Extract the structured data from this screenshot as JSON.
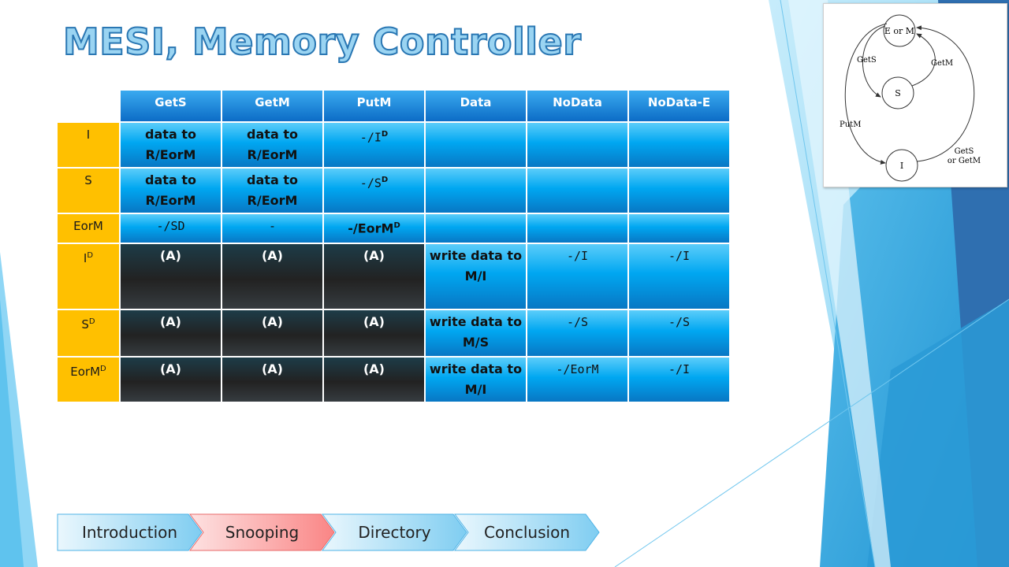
{
  "title": "MESI, Memory Controller",
  "table": {
    "columns": [
      "GetS",
      "GetM",
      "PutM",
      "Data",
      "NoData",
      "NoData-E"
    ],
    "rows": [
      {
        "label": "I",
        "label_sup": "",
        "style": "blue",
        "cells": [
          {
            "text": "data to R/EorM",
            "sup": "",
            "mono": false
          },
          {
            "text": "data to R/EorM",
            "sup": "",
            "mono": false
          },
          {
            "text": "-/I",
            "sup": "D",
            "mono": true
          },
          {
            "text": "",
            "sup": "",
            "mono": false
          },
          {
            "text": "",
            "sup": "",
            "mono": false
          },
          {
            "text": "",
            "sup": "",
            "mono": false
          }
        ]
      },
      {
        "label": "S",
        "label_sup": "",
        "style": "blue",
        "cells": [
          {
            "text": "data to R/EorM",
            "sup": "",
            "mono": false
          },
          {
            "text": "data to R/EorM",
            "sup": "",
            "mono": false
          },
          {
            "text": "-/S",
            "sup": "D",
            "mono": true
          },
          {
            "text": "",
            "sup": "",
            "mono": false
          },
          {
            "text": "",
            "sup": "",
            "mono": false
          },
          {
            "text": "",
            "sup": "",
            "mono": false
          }
        ]
      },
      {
        "label": "EorM",
        "label_sup": "",
        "style": "blue",
        "cells": [
          {
            "text": "-/SD",
            "sup": "",
            "mono": true
          },
          {
            "text": "-",
            "sup": "",
            "mono": true
          },
          {
            "text": "-/EorM",
            "sup": "D",
            "mono": false
          },
          {
            "text": "",
            "sup": "",
            "mono": false
          },
          {
            "text": "",
            "sup": "",
            "mono": false
          },
          {
            "text": "",
            "sup": "",
            "mono": false
          }
        ]
      },
      {
        "label": "I",
        "label_sup": "D",
        "style": "dark",
        "cells": [
          {
            "text": "(A)",
            "sup": "",
            "mono": false
          },
          {
            "text": "(A)",
            "sup": "",
            "mono": false
          },
          {
            "text": "(A)",
            "sup": "",
            "mono": false
          },
          {
            "text": "write data to M/I",
            "sup": "",
            "mono": false
          },
          {
            "text": "-/I",
            "sup": "",
            "mono": true
          },
          {
            "text": "-/I",
            "sup": "",
            "mono": true
          }
        ]
      },
      {
        "label": "S",
        "label_sup": "D",
        "style": "dark",
        "cells": [
          {
            "text": "(A)",
            "sup": "",
            "mono": false
          },
          {
            "text": "(A)",
            "sup": "",
            "mono": false
          },
          {
            "text": "(A)",
            "sup": "",
            "mono": false
          },
          {
            "text": "write data to M/S",
            "sup": "",
            "mono": false
          },
          {
            "text": "-/S",
            "sup": "",
            "mono": true
          },
          {
            "text": "-/S",
            "sup": "",
            "mono": true
          }
        ]
      },
      {
        "label": "EorM",
        "label_sup": "D",
        "style": "dark",
        "cells": [
          {
            "text": "(A)",
            "sup": "",
            "mono": false
          },
          {
            "text": "(A)",
            "sup": "",
            "mono": false
          },
          {
            "text": "(A)",
            "sup": "",
            "mono": false
          },
          {
            "text": "write data to M/I",
            "sup": "",
            "mono": false
          },
          {
            "text": "-/EorM",
            "sup": "",
            "mono": true
          },
          {
            "text": "-/I",
            "sup": "",
            "mono": true
          }
        ]
      }
    ]
  },
  "diagram": {
    "states": [
      "E or M",
      "S",
      "I"
    ],
    "edges": [
      "GetS",
      "GetM",
      "PutM",
      "GetS\nor GetM"
    ]
  },
  "nav": {
    "items": [
      {
        "label": "Introduction",
        "active": false
      },
      {
        "label": "Snooping",
        "active": true
      },
      {
        "label": "Directory",
        "active": false
      },
      {
        "label": "Conclusion",
        "active": false
      }
    ]
  },
  "colors": {
    "header_blue": "#0c6cc6",
    "cell_blue": "#00a7f1",
    "row_header_gold": "#ffc000",
    "dark_cell": "#222222",
    "active_tab": "#fa8585",
    "tab_blue": "#b6e3f8"
  }
}
